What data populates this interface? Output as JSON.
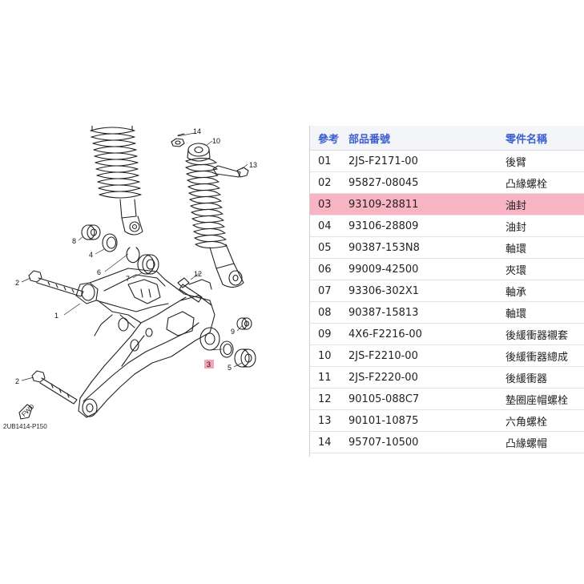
{
  "diagram": {
    "callouts": [
      "1",
      "2",
      "2",
      "3",
      "4",
      "5",
      "6",
      "7",
      "8",
      "9",
      "10",
      "12",
      "13",
      "14"
    ],
    "caption": "2UB1414-P150",
    "fwd": "FWD",
    "highlight_color": "#f4a3b4"
  },
  "table": {
    "headers": [
      "參考",
      "部品番號",
      "零件名稱"
    ],
    "header_color": "#3c5fd0",
    "highlight_color": "#f8b4c3",
    "rows": [
      {
        "ref": "01",
        "part_no": "2JS-F2171-00",
        "name": "後臂"
      },
      {
        "ref": "02",
        "part_no": "95827-08045",
        "name": "凸緣螺栓"
      },
      {
        "ref": "03",
        "part_no": "93109-28811",
        "name": "油封"
      },
      {
        "ref": "04",
        "part_no": "93106-28809",
        "name": "油封"
      },
      {
        "ref": "05",
        "part_no": "90387-153N8",
        "name": "軸環"
      },
      {
        "ref": "06",
        "part_no": "99009-42500",
        "name": "夾環"
      },
      {
        "ref": "07",
        "part_no": "93306-302X1",
        "name": "軸承"
      },
      {
        "ref": "08",
        "part_no": "90387-15813",
        "name": "軸環"
      },
      {
        "ref": "09",
        "part_no": "4X6-F2216-00",
        "name": "後緩衝器襯套"
      },
      {
        "ref": "10",
        "part_no": "2JS-F2210-00",
        "name": "後緩衝器總成"
      },
      {
        "ref": "11",
        "part_no": "2JS-F2220-00",
        "name": "後緩衝器"
      },
      {
        "ref": "12",
        "part_no": "90105-088C7",
        "name": "墊圈座帽螺栓"
      },
      {
        "ref": "13",
        "part_no": "90101-10875",
        "name": "六角螺栓"
      },
      {
        "ref": "14",
        "part_no": "95707-10500",
        "name": "凸緣螺帽"
      }
    ],
    "highlighted_ref": "03"
  }
}
